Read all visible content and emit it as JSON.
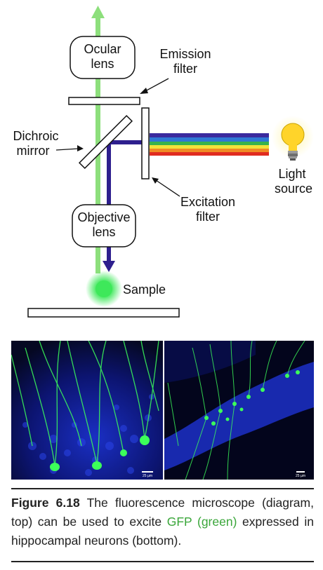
{
  "diagram": {
    "labels": {
      "ocular_lens": [
        "Ocular",
        "lens"
      ],
      "emission_filter": [
        "Emission",
        "filter"
      ],
      "dichroic_mirror": [
        "Dichroic",
        "mirror"
      ],
      "objective_lens": [
        "Objective",
        "lens"
      ],
      "excitation_filter": [
        "Excitation",
        "filter"
      ],
      "light_source": [
        "Light",
        "source"
      ],
      "sample": "Sample"
    },
    "colors": {
      "emission_beam": "#8ddf7c",
      "excitation_beam": "#2e1f8e",
      "sample_glow": "#3ee85a",
      "bulb": "#ffd42a",
      "spectrum": [
        "#3b2a9e",
        "#2f78d4",
        "#37b24d",
        "#f2e23a",
        "#f08a24",
        "#e02b20"
      ]
    }
  },
  "micrographs": {
    "left_scale": "25 µm",
    "right_scale": "25 µm",
    "colors": {
      "background": "#0a0f6e",
      "neurons": "#3cff5a"
    }
  },
  "caption": {
    "figure_label": "Figure 6.18",
    "text_before": " The fluorescence microscope (diagram, top) can be used to excite ",
    "highlight": "GFP (green)",
    "text_after": " expressed in hippocampal neurons (bottom)."
  }
}
